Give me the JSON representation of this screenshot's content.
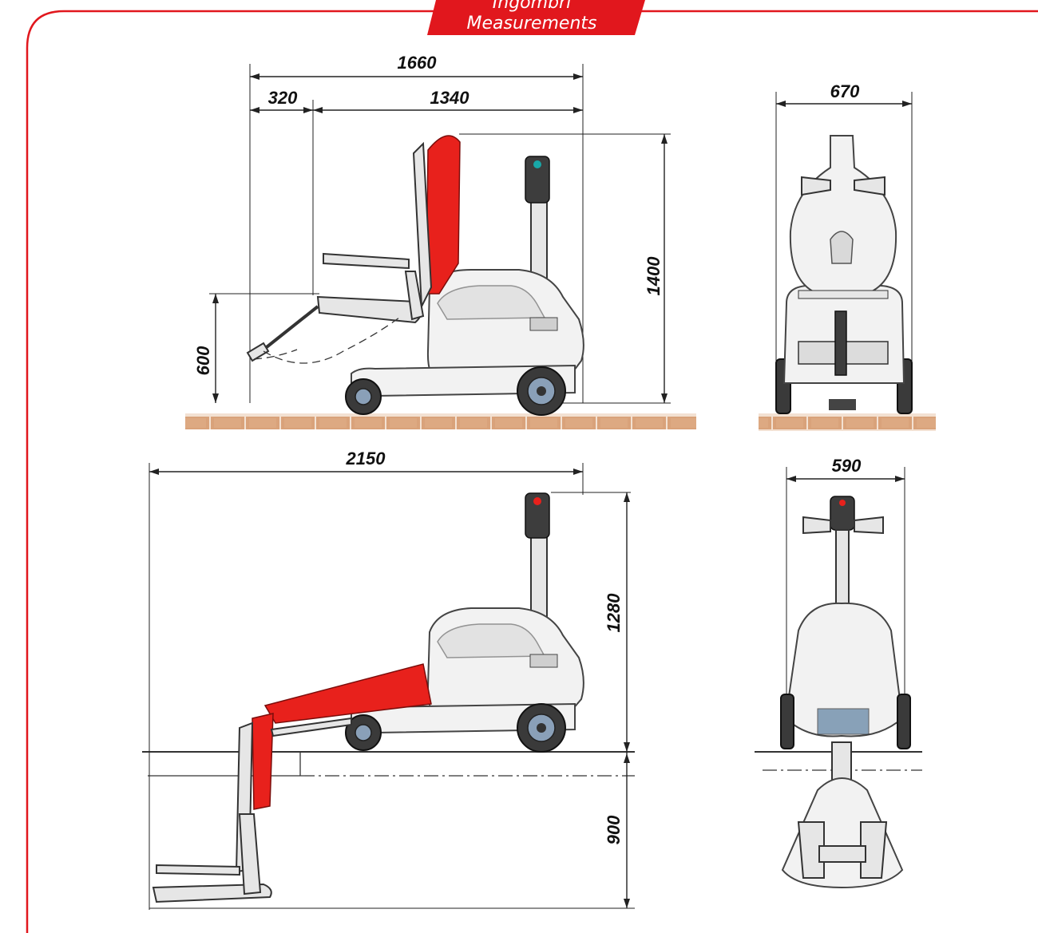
{
  "header": {
    "title_line1": "Ingombri",
    "title_line2": "Measurements"
  },
  "colors": {
    "accent": "#e1171d",
    "brick": "#d9a27a",
    "mortar": "#f3e1d2",
    "red_part": "#e8211c"
  },
  "dimensions": {
    "overall_length_seated": "1660",
    "seat_extension": "320",
    "base_length": "1340",
    "height_seated": "1400",
    "seat_height": "600",
    "front_width": "670",
    "overall_length_lowered": "2150",
    "height_column": "1280",
    "depth_below_floor": "900",
    "rear_width": "590"
  }
}
